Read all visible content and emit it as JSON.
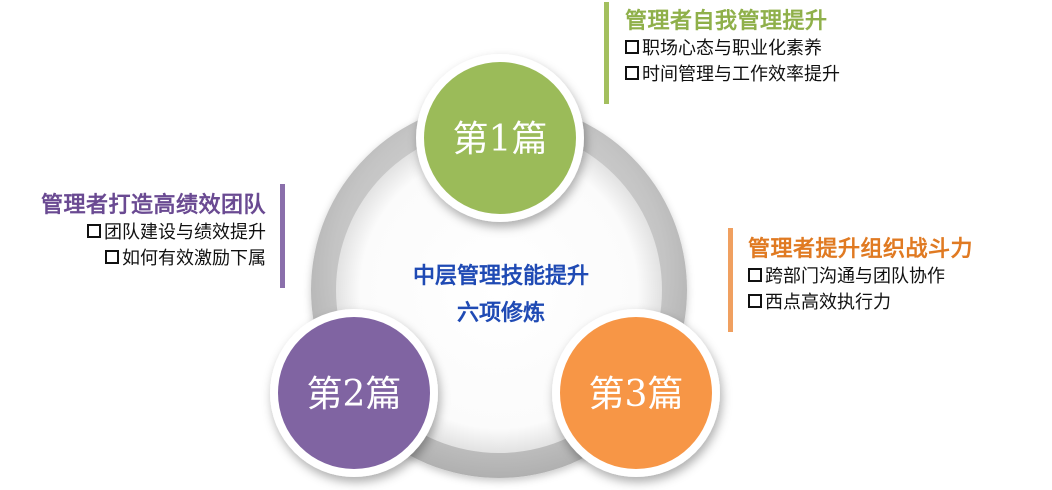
{
  "center": {
    "line1": "中层管理技能提升",
    "line2": "六项修炼"
  },
  "circles": {
    "c1": {
      "label": "第1篇",
      "color": "#9bbb59"
    },
    "c2": {
      "label": "第2篇",
      "color": "#8064a2"
    },
    "c3": {
      "label": "第3篇",
      "color": "#f79646"
    }
  },
  "sections": {
    "s1": {
      "title": "管理者自我管理提升",
      "title_color": "#8fb04a",
      "items": [
        "职场心态与职业化素养",
        "时间管理与工作效率提升"
      ]
    },
    "s2": {
      "title": "管理者打造高绩效团队",
      "title_color": "#6a4a92",
      "items": [
        "团队建设与绩效提升",
        "如何有效激励下属"
      ]
    },
    "s3": {
      "title": "管理者提升组织战斗力",
      "title_color": "#e07a22",
      "items": [
        "跨部门沟通与团队协作",
        "西点高效执行力"
      ]
    }
  }
}
